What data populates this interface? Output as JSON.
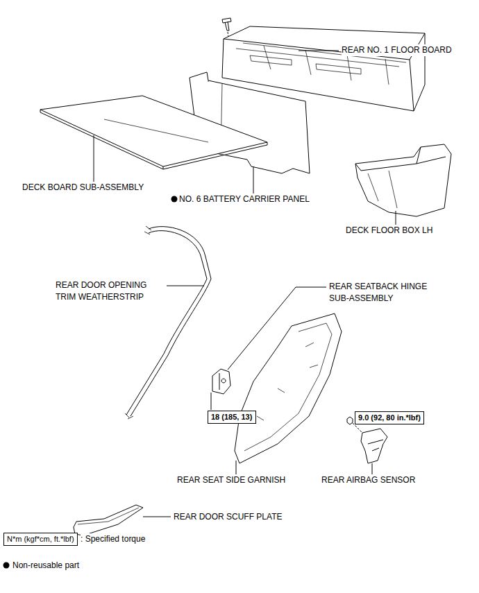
{
  "diagram": {
    "nodes": [
      {
        "text": [
          "18 (185, 13)"
        ]
      },
      {
        "text": [
          "9.0 (92, 80 in.*lbf)"
        ]
      },
      {
        "text": [
          "N*m (kgf*cm, ft.*lbf)"
        ]
      }
    ],
    "edges": [],
    "labels": [
      "REAR NO. 1 FLOOR BOARD",
      "DECK BOARD SUB-ASSEMBLY",
      "NO. 6 BATTERY CARRIER PANEL",
      "DECK FLOOR BOX LH",
      "REAR DOOR OPENING TRIM WEATHERSTRIP",
      "REAR SEATBACK HINGE SUB-ASSEMBLY",
      "REAR SEAT SIDE GARNISH",
      "REAR AIRBAG SENSOR",
      "REAR DOOR SCUFF PLATE"
    ],
    "legend": [
      {
        "text": ": Specified torque"
      },
      {
        "text": "Non-reusable part"
      }
    ]
  }
}
